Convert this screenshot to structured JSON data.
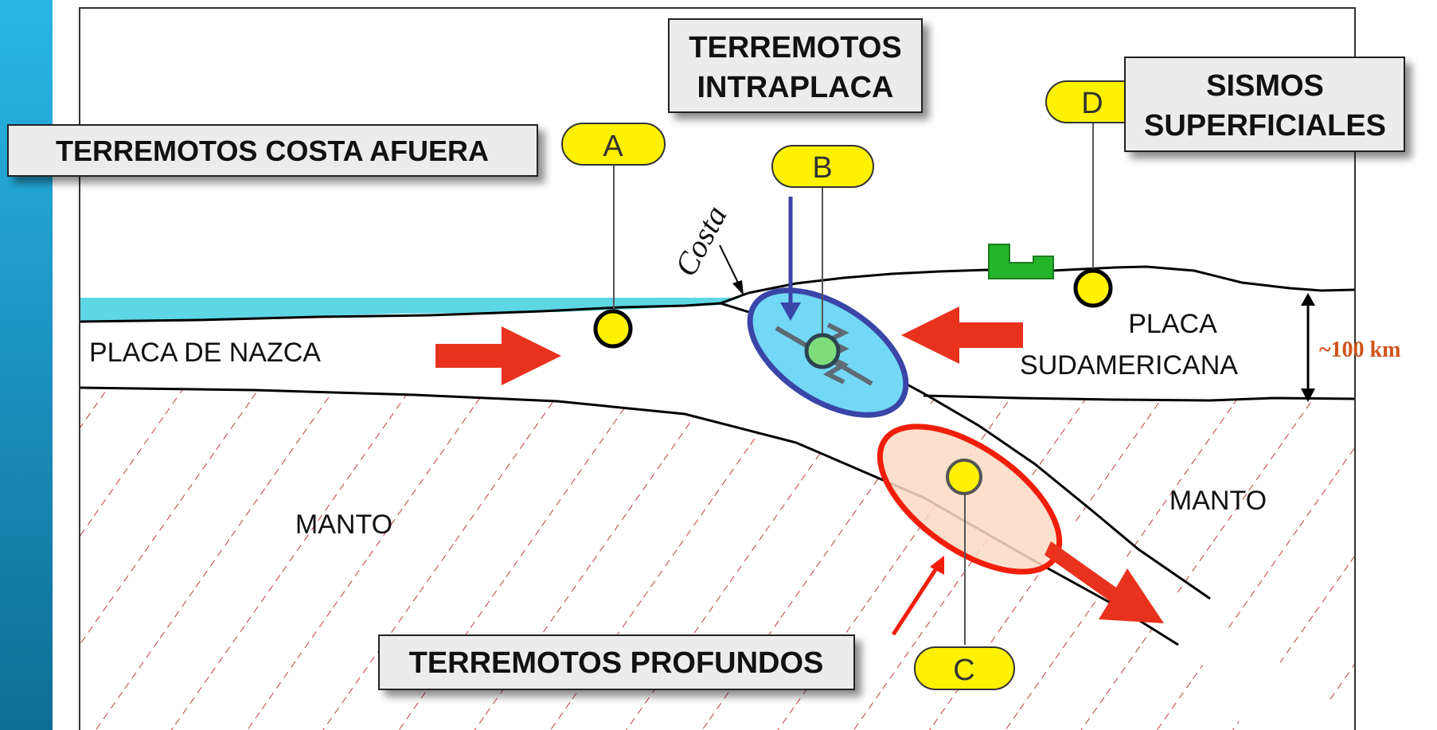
{
  "labels": {
    "costa_afuera": "TERREMOTOS COSTA AFUERA",
    "intraplaca_line1": "TERREMOTOS",
    "intraplaca_line2": "INTRAPLACA",
    "superficiales_line1": "SISMOS",
    "superficiales_line2": "SUPERFICIALES",
    "profundos": "TERREMOTOS PROFUNDOS",
    "placa_nazca": "PLACA DE NAZCA",
    "placa_sud_line1": "PLACA",
    "placa_sud_line2": "SUDAMERICANA",
    "manto_left": "MANTO",
    "manto_right": "MANTO",
    "costa": "Costa",
    "thickness": "~100 km"
  },
  "markers": {
    "A": "A",
    "B": "B",
    "C": "C",
    "D": "D"
  },
  "colors": {
    "sidebar_top": "#29b6e6",
    "sidebar_bottom": "#0d6e96",
    "ocean": "#5dd7e4",
    "marker_fill": "#fff200",
    "arrow_red": "#e8321e",
    "blue_ellipse_fill": "#72d8f5",
    "blue_ellipse_stroke": "#3a45a8",
    "orange_ellipse_fill": "#fbd9c4",
    "orange_ellipse_stroke": "#f01e0a",
    "hatch": "#c23b3b",
    "building": "#24b52a",
    "thickness_text": "#d0541c"
  },
  "icons": {
    "push_arrow": "red-right-arrow",
    "subduction_arrow": "red-diagonal-arrow",
    "fault": "fault-zigzag-icon",
    "building": "green-building-icon"
  }
}
